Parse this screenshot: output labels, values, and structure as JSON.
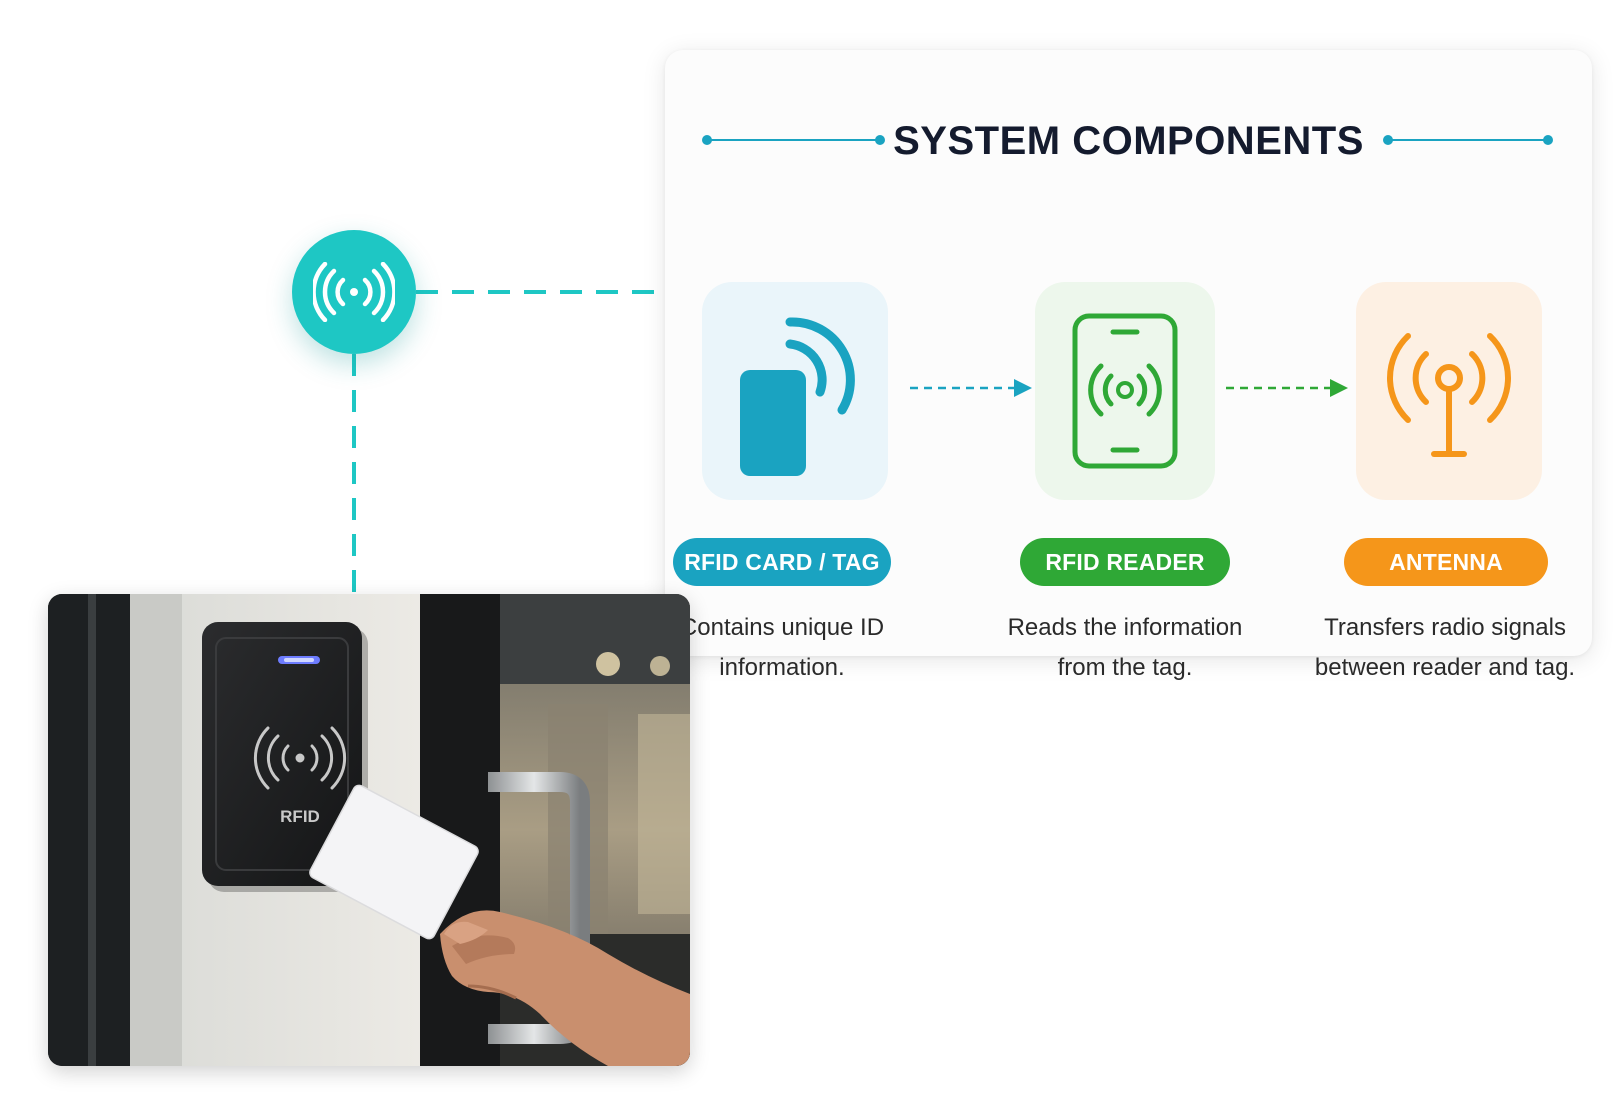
{
  "title": "SYSTEM COMPONENTS",
  "colors": {
    "teal": "#1ec7c4",
    "header_rule": "#1aa3c1",
    "card_blue": "#1aa3c1",
    "reader_green": "#2fa836",
    "antenna_orange": "#f5961a"
  },
  "wireless_node": {
    "icon": "wireless-signal-icon"
  },
  "components": [
    {
      "label": "RFID CARD / TAG",
      "description_line1": "Contains unique ID",
      "description_line2": "information.",
      "icon": "rfid-card-icon",
      "color": "#1aa3c1",
      "tile_color": "#eaf5fa"
    },
    {
      "label": "RFID READER",
      "description_line1": "Reads the information",
      "description_line2": "from the tag.",
      "icon": "rfid-reader-icon",
      "color": "#2fa836",
      "tile_color": "#edf7ec"
    },
    {
      "label": "ANTENNA",
      "description_line1": "Transfers radio signals",
      "description_line2": "between reader and tag.",
      "icon": "antenna-icon",
      "color": "#f5961a",
      "tile_color": "#fdf0e3"
    }
  ],
  "photo": {
    "reader_label": "RFID",
    "icon": "rfid-door-reader-photo"
  }
}
